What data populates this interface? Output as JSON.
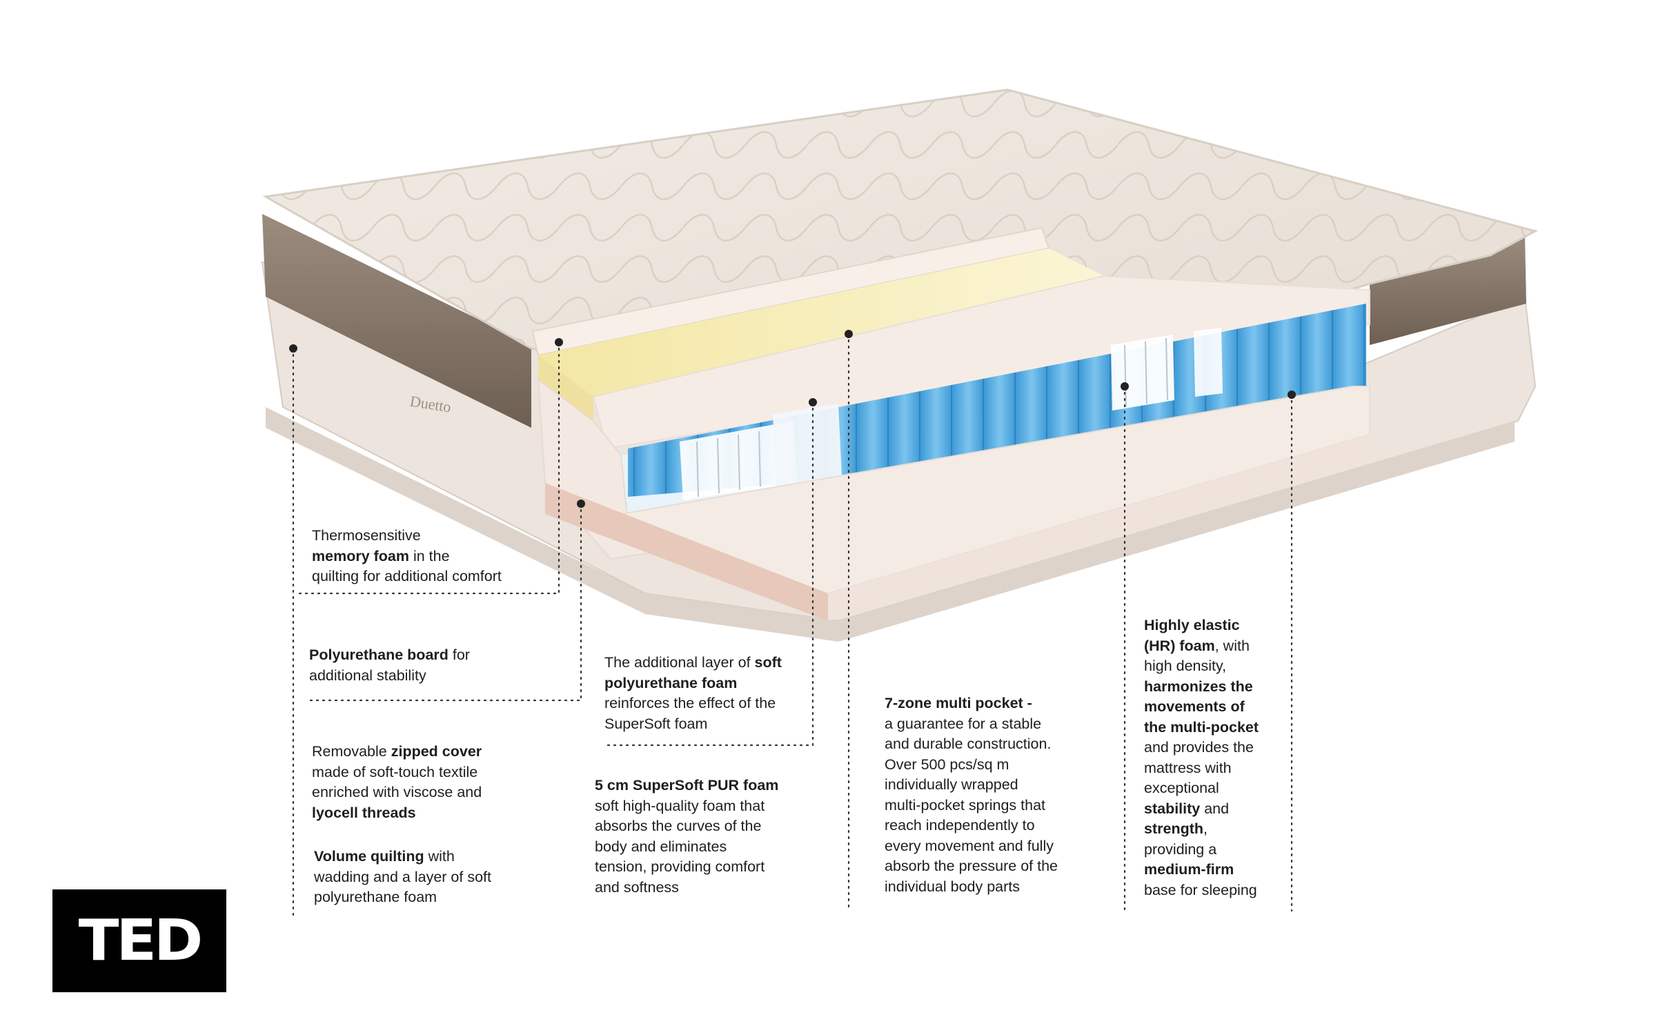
{
  "product_model": "Duetto",
  "logo": {
    "text": "TED"
  },
  "labels": {
    "memory_foam": {
      "l1": "Thermosensitive",
      "l2_bold": "memory foam",
      "l2_rest": " in the",
      "l3": "quilting for additional  comfort"
    },
    "pu_board": {
      "l1_bold": "Polyurethane board",
      "l1_rest": " for",
      "l2": "additional stability"
    },
    "cover": {
      "l1_pre": "Removable ",
      "l1_bold": "zipped cover",
      "l2": "made of soft-touch textile",
      "l3": "enriched with viscose and",
      "l4_bold": "lyocell threads"
    },
    "quilting": {
      "l1_bold": "Volume quilting",
      "l1_rest": " with",
      "l2": "wadding and a layer of soft",
      "l3": "polyurethane foam"
    },
    "soft_layer": {
      "l1_pre": "The additional layer of ",
      "l1_bold": "soft",
      "l2_bold": "polyurethane foam",
      "l3": "reinforces the effect of the",
      "l4": "SuperSoft foam"
    },
    "supersoft": {
      "l1_bold": "5 cm SuperSoft PUR foam",
      "l2": "soft high-quality foam that",
      "l3": "absorbs the curves of the",
      "l4": "body and eliminates",
      "l5": "tension, providing comfort",
      "l6": "and softness"
    },
    "pocket": {
      "l1_bold": "7-zone multi pocket -",
      "l2": "a guarantee for a stable",
      "l3": "and durable construction.",
      "l4": "Over 500 pcs/sq m",
      "l5": "individually wrapped",
      "l6": "multi-pocket springs that",
      "l7": "reach independently to",
      "l8": "every movement and fully",
      "l9": "absorb the pressure of the",
      "l10": "individual body parts"
    },
    "hr_foam": {
      "l1_bold": "Highly elastic",
      "l2_bold": "(HR) foam",
      "l2_rest": ", with",
      "l3": "high density,",
      "l4_bold": "harmonizes the",
      "l5_bold": "movements of",
      "l6_bold": "the multi-pocket",
      "l7": "and provides the",
      "l8": "mattress with",
      "l9": "exceptional",
      "l10_bold": "stability",
      "l10_rest": " and",
      "l11_bold": "strength",
      "l11_rest": ",",
      "l12": "providing a",
      "l13_bold": "medium-firm",
      "l14": "base for sleeping"
    }
  },
  "colors": {
    "quilt_top": "#efe7df",
    "side_band": "#8a7a6c",
    "memory_foam": "#f6edb4",
    "spring_blue": "#5fb1e3",
    "foam_pink": "#f5e9e3",
    "base_layer": "#e8cfc2",
    "leader_line": "#333333"
  }
}
